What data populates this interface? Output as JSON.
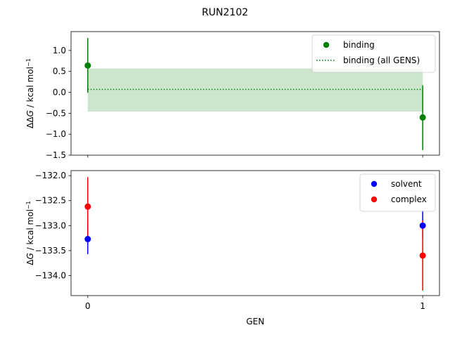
{
  "figure": {
    "title": "RUN2102",
    "xlabel": "GEN"
  },
  "chart_data": [
    {
      "type": "scatter",
      "ylabel_main": "ΔΔ",
      "ylabel_var": "G",
      "ylabel_unit": " / kcal mol",
      "ylabel_sup": "−1",
      "xlim": [
        -0.05,
        1.05
      ],
      "ylim": [
        -1.5,
        1.45
      ],
      "xticks": [
        {
          "value": 0,
          "label": ""
        },
        {
          "value": 1,
          "label": ""
        }
      ],
      "yticks": [
        {
          "value": 1.0,
          "label": "1.0"
        },
        {
          "value": 0.5,
          "label": "0.5"
        },
        {
          "value": 0.0,
          "label": "0.0"
        },
        {
          "value": -0.5,
          "label": "−0.5"
        },
        {
          "value": -1.0,
          "label": "−1.0"
        },
        {
          "value": -1.5,
          "label": "−1.5"
        }
      ],
      "grid": false,
      "legend_position": "top-right",
      "band": {
        "x": [
          0,
          1
        ],
        "y_low": -0.46,
        "y_high": 0.57,
        "color": "#cce5cc"
      },
      "hline": {
        "name": "binding (all GENS)",
        "y": 0.07,
        "x": [
          0,
          1
        ],
        "color": "#008000",
        "style": "dotted"
      },
      "series": [
        {
          "name": "binding",
          "color": "#008000",
          "points": [
            {
              "x": 0,
              "y": 0.64,
              "err_low": -0.01,
              "err_high": 1.3
            },
            {
              "x": 1,
              "y": -0.6,
              "err_low": -1.38,
              "err_high": 0.17
            }
          ]
        }
      ]
    },
    {
      "type": "scatter",
      "ylabel_main": "Δ",
      "ylabel_var": "G",
      "ylabel_unit": " / kcal mol",
      "ylabel_sup": "−1",
      "xlim": [
        -0.05,
        1.05
      ],
      "ylim": [
        -134.4,
        -131.9
      ],
      "xticks": [
        {
          "value": 0,
          "label": "0"
        },
        {
          "value": 1,
          "label": "1"
        }
      ],
      "yticks": [
        {
          "value": -132.0,
          "label": "−132.0"
        },
        {
          "value": -132.5,
          "label": "−132.5"
        },
        {
          "value": -133.0,
          "label": "−133.0"
        },
        {
          "value": -133.5,
          "label": "−133.5"
        },
        {
          "value": -134.0,
          "label": "−134.0"
        }
      ],
      "grid": false,
      "legend_position": "top-right",
      "series": [
        {
          "name": "solvent",
          "color": "#0000ff",
          "points": [
            {
              "x": 0,
              "y": -133.27,
              "err_low": -133.57,
              "err_high": -132.96
            },
            {
              "x": 1,
              "y": -133.0,
              "err_low": -133.25,
              "err_high": -132.7
            }
          ]
        },
        {
          "name": "complex",
          "color": "#ff0000",
          "points": [
            {
              "x": 0,
              "y": -132.62,
              "err_low": -133.2,
              "err_high": -132.03
            },
            {
              "x": 1,
              "y": -133.6,
              "err_low": -134.3,
              "err_high": -132.9
            }
          ]
        }
      ]
    }
  ]
}
